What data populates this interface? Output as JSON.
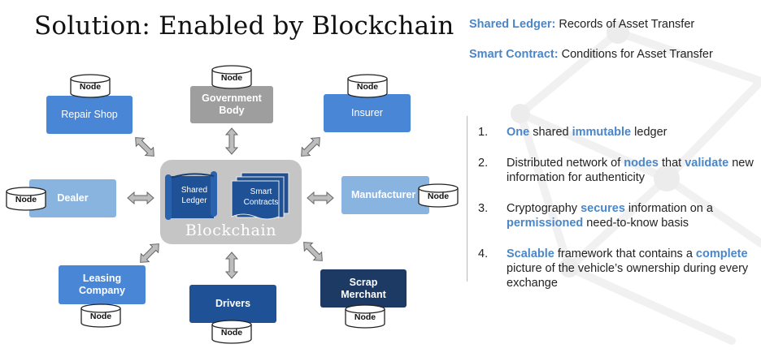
{
  "title": "Solution: Enabled by Blockchain",
  "definitions": [
    {
      "term": "Shared Ledger:",
      "text": " Records of Asset Transfer"
    },
    {
      "term": "Smart Contract:",
      "text": " Conditions for Asset Transfer"
    }
  ],
  "diagram": {
    "hub": {
      "label": "Blockchain",
      "ledger_label": "Shared Ledger",
      "contracts_label": "Smart Contracts"
    },
    "node_label": "Node",
    "participants": {
      "repair_shop": "Repair Shop",
      "government_body": "Government Body",
      "insurer": "Insurer",
      "dealer": "Dealer",
      "manufacturer": "Manufacturer",
      "leasing_company": "Leasing Company",
      "drivers": "Drivers",
      "scrap_merchant": "Scrap Merchant"
    },
    "colors": {
      "mid_blue": "#4a86d6",
      "light_blue": "#8ab4e0",
      "dark_blue": "#1f5196",
      "navy": "#1c3a63",
      "gray": "#9e9e9e",
      "hub_gray": "#c5c5c5",
      "accent_text": "#4a86c8"
    }
  },
  "points": [
    {
      "num": "1.",
      "parts": [
        {
          "text": "One",
          "hl": true
        },
        {
          "text": " shared ",
          "hl": false
        },
        {
          "text": "immutable",
          "hl": true
        },
        {
          "text": " ledger",
          "hl": false
        }
      ]
    },
    {
      "num": "2.",
      "parts": [
        {
          "text": "Distributed network of ",
          "hl": false
        },
        {
          "text": "nodes",
          "hl": true
        },
        {
          "text": " that ",
          "hl": false
        },
        {
          "text": "validate",
          "hl": true
        },
        {
          "text": " new information for authenticity",
          "hl": false
        }
      ]
    },
    {
      "num": "3.",
      "parts": [
        {
          "text": "Cryptography ",
          "hl": false
        },
        {
          "text": "secures",
          "hl": true
        },
        {
          "text": " information on a ",
          "hl": false
        },
        {
          "text": "permissioned",
          "hl": true
        },
        {
          "text": " need-to-know basis",
          "hl": false
        }
      ]
    },
    {
      "num": "4.",
      "parts": [
        {
          "text": "Scalable",
          "hl": true
        },
        {
          "text": " framework that contains a ",
          "hl": false
        },
        {
          "text": "complete",
          "hl": true
        },
        {
          "text": " picture of the vehicle’s ownership during every exchange",
          "hl": false
        }
      ]
    }
  ]
}
